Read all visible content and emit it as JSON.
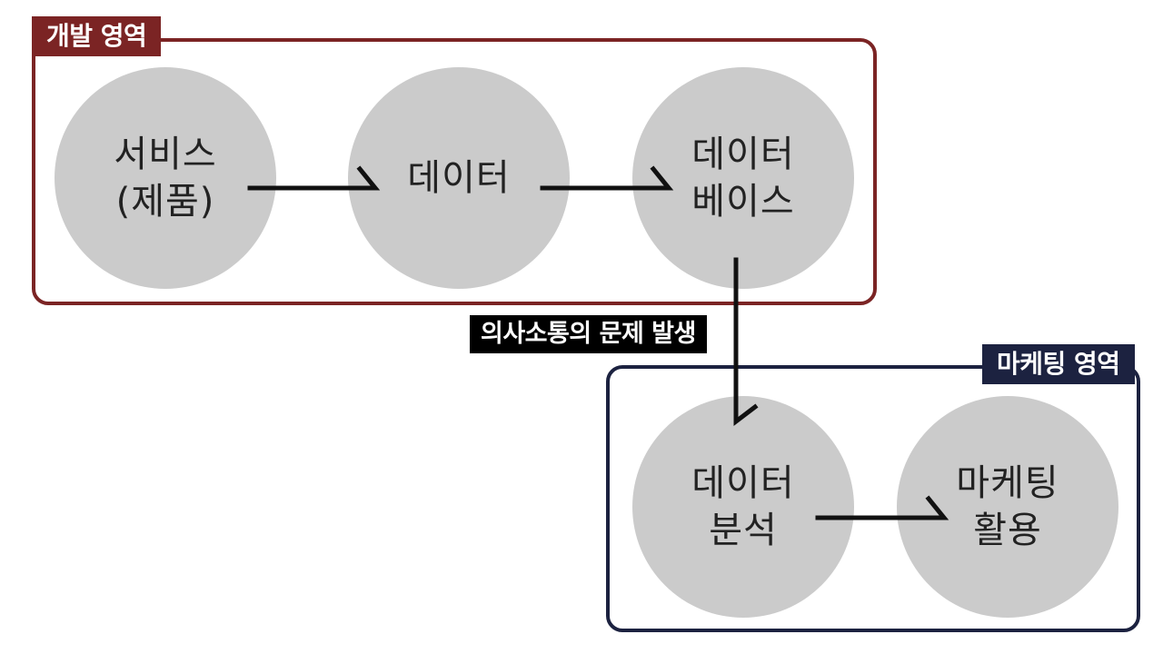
{
  "regions": {
    "development": {
      "label": "개발 영역",
      "color": "#7b2424"
    },
    "marketing": {
      "label": "마케팅 영역",
      "color": "#1c2240"
    }
  },
  "nodes": {
    "service_product": {
      "label": "서비스\n(제품)"
    },
    "data": {
      "label": "데이터"
    },
    "database": {
      "label": "데이터\n베이스"
    },
    "data_analysis": {
      "label": "데이터\n분석"
    },
    "marketing_use": {
      "label": "마케팅\n활용"
    }
  },
  "edges": [
    {
      "from": "service_product",
      "to": "data"
    },
    {
      "from": "data",
      "to": "database"
    },
    {
      "from": "database",
      "to": "data_analysis",
      "label": "의사소통의 문제 발생"
    },
    {
      "from": "data_analysis",
      "to": "marketing_use"
    }
  ],
  "colors": {
    "node_fill": "#cbcbcb",
    "arrow": "#111111",
    "issue_label_bg": "#000000"
  }
}
